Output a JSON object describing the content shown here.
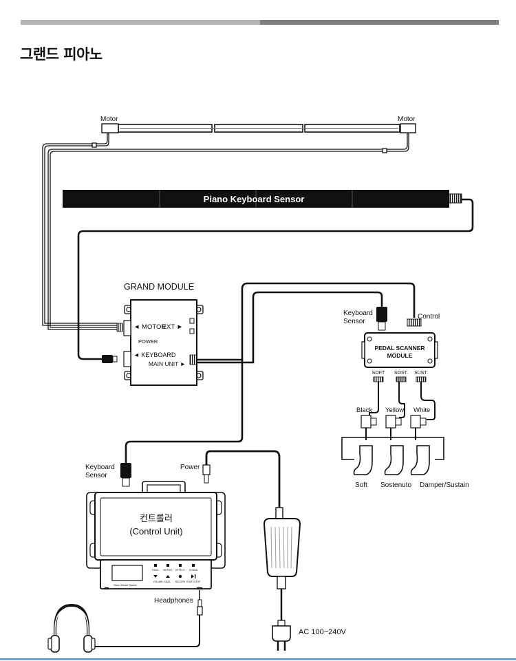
{
  "page": {
    "title": "그랜드 피아노"
  },
  "diagram": {
    "motor_left": "Motor",
    "motor_right": "Motor",
    "keyboard_sensor_bar": "Piano Keyboard Sensor",
    "grand_module": {
      "title": "GRAND MODULE",
      "motor_port": "◄ MOTOR",
      "ext_port": "EXT ►",
      "power_label": "POWER",
      "keyboard_port": "◄ KEYBOARD",
      "main_unit_port": "MAIN UNIT ►"
    },
    "pedal_scanner": {
      "keyboard_sensor_line1": "Keyboard",
      "keyboard_sensor_line2": "Sensor",
      "control_label": "Control",
      "title_line1": "PEDAL SCANNER",
      "title_line2": "MODULE",
      "port_soft": "SOFT",
      "port_sost": "SOST.",
      "port_sust": "SUST.",
      "wire_black": "Black",
      "wire_yellow": "Yellow",
      "wire_white": "White",
      "pedal_soft": "Soft",
      "pedal_sostenuto": "Sostenuto",
      "pedal_damper": "Damper/Sustain"
    },
    "control_unit": {
      "keyboard_sensor_line1": "Keyboard",
      "keyboard_sensor_line2": "Sensor",
      "power_label": "Power",
      "title_korean": "컨트롤러",
      "title_english": "(Control Unit)",
      "btn_func": "FUNC.",
      "btn_metro": "METRO.",
      "btn_effect": "EFFECT",
      "btn_sound": "SOUND",
      "btn_volume": "VOLUME / DATA",
      "btn_record": "RECORD",
      "btn_start": "START/STOP",
      "brand": "Piano Silence System",
      "headphones_label": "Headphones"
    },
    "adapter_label": "AC 100~240V"
  }
}
